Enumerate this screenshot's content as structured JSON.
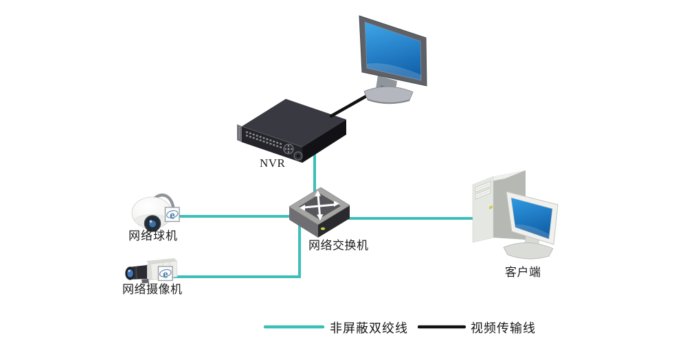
{
  "diagram": {
    "nodes": {
      "nvr": {
        "label": "NVR"
      },
      "switch": {
        "label": "网络交换机"
      },
      "dome_camera": {
        "label": "网络球机",
        "badge": "e"
      },
      "box_camera": {
        "label": "网络摄像机",
        "badge": "e"
      },
      "client": {
        "label": "客户端"
      }
    },
    "connections": [
      {
        "from": "dome_camera",
        "to": "switch",
        "type": "utp"
      },
      {
        "from": "box_camera",
        "to": "switch",
        "type": "utp"
      },
      {
        "from": "nvr",
        "to": "switch",
        "type": "utp"
      },
      {
        "from": "switch",
        "to": "client",
        "type": "utp"
      },
      {
        "from": "nvr",
        "to": "monitor",
        "type": "video"
      }
    ],
    "legend": {
      "utp": {
        "label": "非屏蔽双绞线",
        "color": "#3BBFB7"
      },
      "video": {
        "label": "视频传输线",
        "color": "#111111"
      }
    },
    "colors": {
      "utp_line": "#3BBFB7",
      "video_line": "#111111",
      "screen_blue_top": "#3FA6EA",
      "screen_blue_bottom": "#1465AE",
      "badge_blue": "#4A7AB0"
    }
  }
}
